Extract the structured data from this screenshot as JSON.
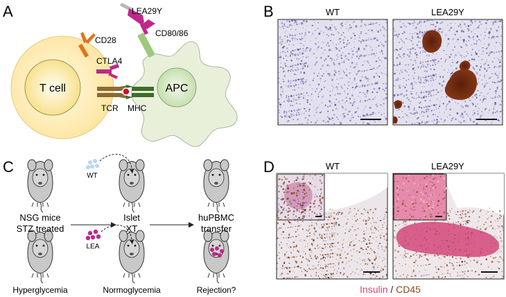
{
  "panels": {
    "A": {
      "letter": "A",
      "labels": {
        "tcell": "T cell",
        "apc": "APC",
        "cd28": "CD28",
        "lea29y": "LEA29Y",
        "cd8086": "CD80/86",
        "ctla4": "CTLA4",
        "tcr": "TCR",
        "mhc": "MHC"
      }
    },
    "B": {
      "letter": "B",
      "headers": [
        "WT",
        "LEA29Y"
      ]
    },
    "C": {
      "letter": "C",
      "wt_label": "WT",
      "lea_label": "LEA",
      "step1": [
        "NSG mice",
        "STZ treated"
      ],
      "step2": [
        "Islet",
        "XT"
      ],
      "step3": [
        "huPBMC",
        "transfer"
      ],
      "bottom": [
        "Hyperglycemia",
        "Normoglycemia",
        "Rejection?"
      ]
    },
    "D": {
      "letter": "D",
      "headers": [
        "WT",
        "LEA29Y"
      ],
      "legend_insulin": "Insulin",
      "legend_sep": " / ",
      "legend_cd45": "CD45"
    }
  },
  "colors": {
    "tcell_fill": "#fde9a6",
    "tcell_nucleus": "#fff4c2",
    "apc_fill": "#e8f0da",
    "apc_nucleus": "#cfe3b8",
    "cd28": "#e0731e",
    "lea29y": "#c0278a",
    "cd8086": "#9dc97c",
    "ctla4": "#c0278a",
    "tcr": "#8b6a37",
    "mhc": "#3f6b2a",
    "antigen": "#c8102e",
    "wt_cells": "#b8d7f0",
    "lea_cells": "#c0278a",
    "insulin": "#d6477a",
    "cd45": "#8a4a1e",
    "tissue_bg": "#e3e0ee",
    "dab": "#6b2a10"
  }
}
